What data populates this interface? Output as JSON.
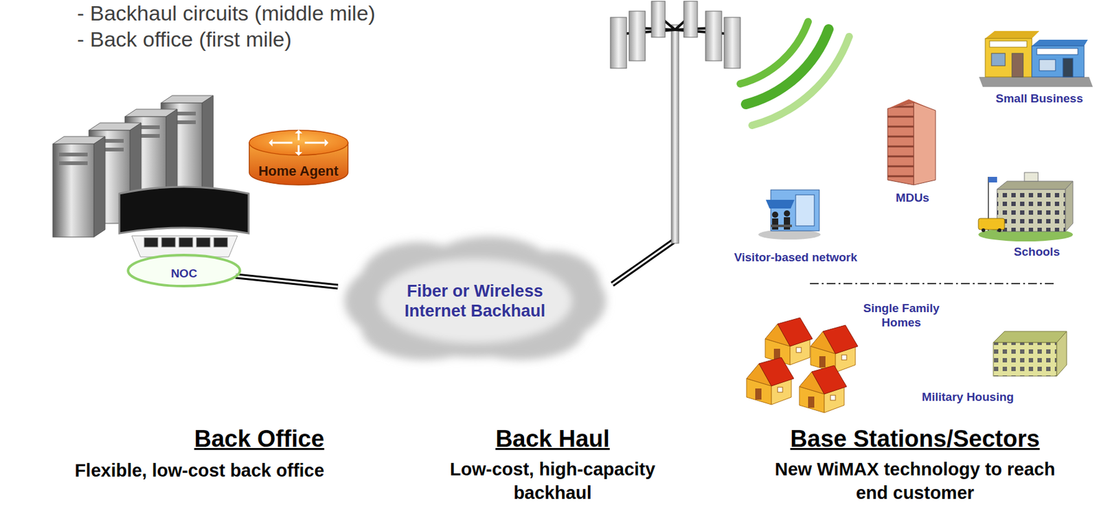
{
  "diagram": {
    "nodes": [
      {
        "text": [
          "Home Agent"
        ]
      },
      {
        "text": [
          "NOC"
        ]
      },
      {
        "text": [
          "Fiber or Wireless Internet Backhaul"
        ]
      }
    ],
    "edges": [
      {
        "from": 1,
        "to": 2,
        "arrow": "none"
      }
    ],
    "labels": [
      "- Backhaul circuits (middle mile)",
      "- Back office (first mile)",
      "Small Business",
      "MDUs",
      "Visitor-based network",
      "Schools",
      "Single Family Homes",
      "Military Housing",
      "Back Office",
      "Flexible, low-cost back office",
      "Back Haul",
      "Low-cost, high-capacity backhaul",
      "Base Stations/Sectors",
      "New WiMAX technology to reach end customer"
    ]
  }
}
